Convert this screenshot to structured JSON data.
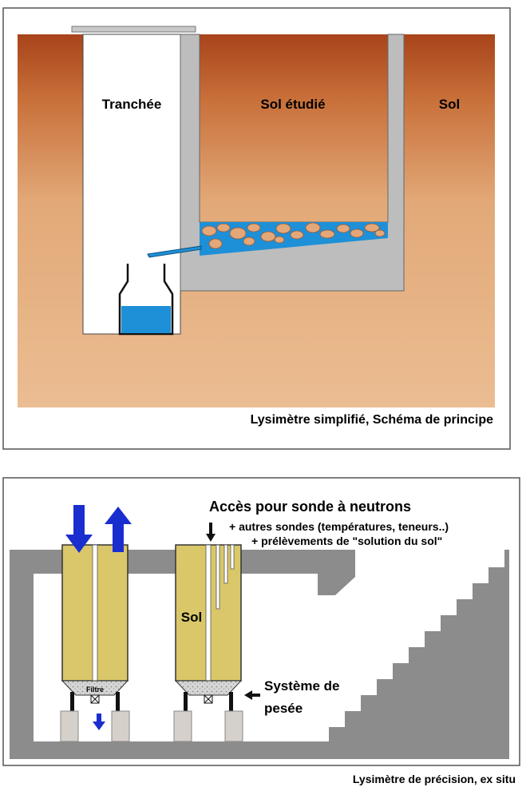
{
  "figure1": {
    "labels": {
      "trench": "Tranchée",
      "studied_soil": "Sol étudié",
      "soil": "Sol"
    },
    "caption": "Lysimètre simplifié, Schéma de principe"
  },
  "figure2": {
    "labels": {
      "access": "Accès pour sonde à neutrons",
      "other_probes": "+ autres sondes (températures, teneurs..)",
      "sampling": "+ prélèvements de \"solution du sol\"",
      "soil": "Sol",
      "filter": "Filtre",
      "weighing_line1": "Système de",
      "weighing_line2": "pesée"
    },
    "caption": "Lysimètre de précision, ex situ"
  },
  "colors": {
    "soil_dark": "#b04a1e",
    "soil_light": "#e8b586",
    "concrete": "#bdbdbd",
    "water": "#1e90d8",
    "column_fill": "#d9c76a",
    "wall_grey": "#8c8c8c",
    "arrow_blue": "#1a2ed0"
  }
}
